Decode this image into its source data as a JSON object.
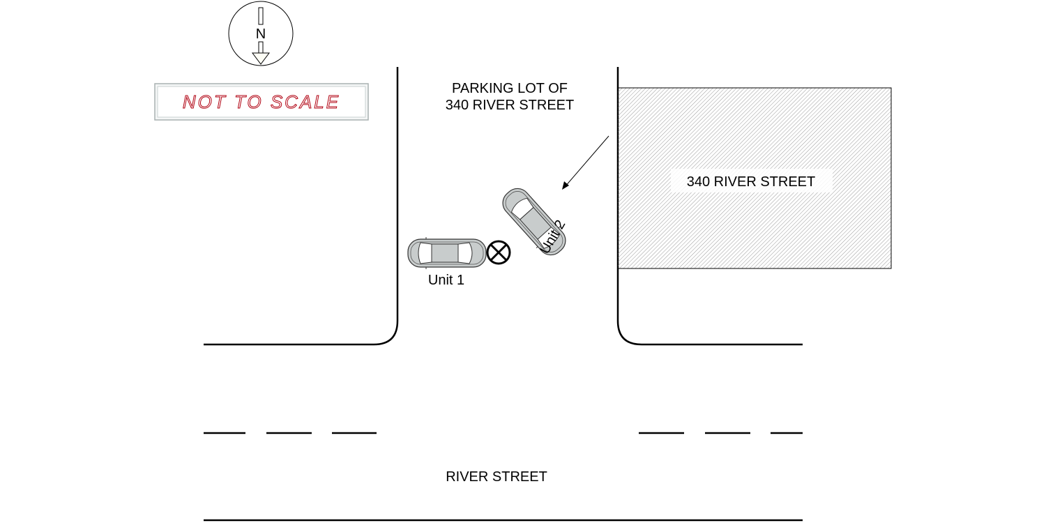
{
  "compass": {
    "letter": "N"
  },
  "scale_note": {
    "text": "NOT TO SCALE"
  },
  "labels": {
    "parking_lot_line1": "PARKING LOT OF",
    "parking_lot_line2": "340 RIVER STREET",
    "building": "340 RIVER STREET",
    "street": "RIVER STREET",
    "unit1": "Unit 1",
    "unit2": "Unit 2"
  },
  "colors": {
    "car_body": "#c8cccc",
    "scale_text": "#b00010",
    "building_hatch": "#9a9a9a"
  }
}
